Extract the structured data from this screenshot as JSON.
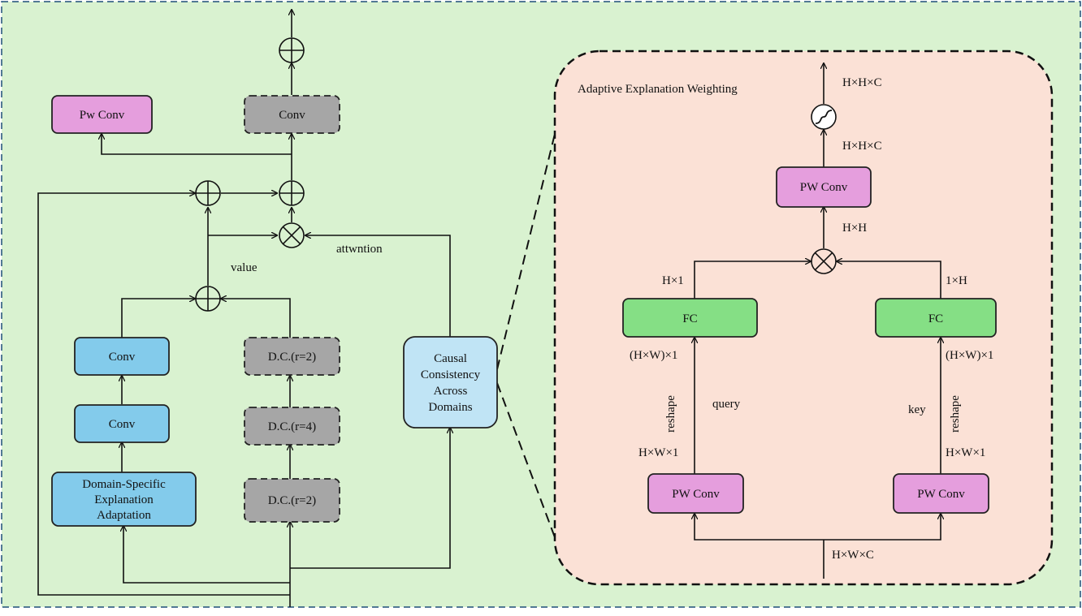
{
  "left_panel": {
    "pw_conv": "Pw Conv",
    "conv_top": "Conv",
    "conv_a": "Conv",
    "conv_b": "Conv",
    "domain_adapt": [
      "Domain-Specific",
      "Explanation",
      "Adaptation"
    ],
    "dc_1": "D.C.(r=2)",
    "dc_2": "D.C.(r=4)",
    "dc_3": "D.C.(r=2)",
    "causal": [
      "Causal",
      "Consistency",
      "Across",
      "Domains"
    ],
    "value_label": "value",
    "attention_label": "attwntion"
  },
  "right_panel": {
    "title": "Adaptive Explanation Weighting",
    "out_dim": "H×H×C",
    "sig_dim": "H×H×C",
    "pw_conv_top": "PW Conv",
    "mul_dim": "H×H",
    "fc_left": "FC",
    "fc_right": "FC",
    "dim_h1": "H×1",
    "dim_1h": "1×H",
    "dim_hw1_left": "(H×W)×1",
    "dim_hw1_right": "(H×W)×1",
    "reshape_left": "reshape",
    "reshape_right": "reshape",
    "query_label": "query",
    "key_label": "key",
    "hw1_left": "H×W×1",
    "hw1_right": "H×W×1",
    "pw_conv_left": "PW Conv",
    "pw_conv_right": "PW Conv",
    "input_dim": "H×W×C"
  },
  "colors": {
    "background_green": "#d9f2d0",
    "panel_pink": "#fbe1d6",
    "pink_box": "#e59edd",
    "gray_box": "#a6a6a6",
    "blue_box": "#83cbeb",
    "light_blue_box": "#c0e4f5",
    "green_box": "#85df85",
    "border_blue": "#1f4e79"
  }
}
